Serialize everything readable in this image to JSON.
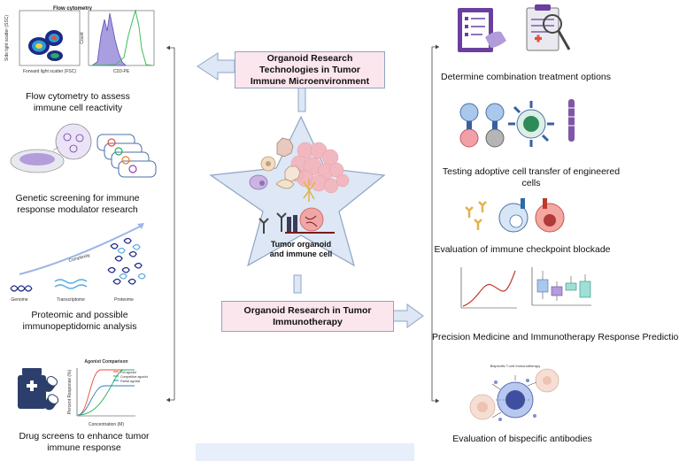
{
  "center": {
    "top_box": "Organoid  Research Technologies in Tumor Immune Microenvironment",
    "bottom_box": "Organoid Research in Tumor Immunotherapy",
    "star_label": "Tumor organoid and immune cell"
  },
  "left": {
    "items": [
      {
        "label": "Flow cytometry to assess immune cell reactivity"
      },
      {
        "label": "Genetic screening for immune response modulator research"
      },
      {
        "label": "Proteomic and possible immunopeptidomic analysis"
      },
      {
        "label": "Drug screens to enhance tumor immune response"
      }
    ],
    "flow_panel": {
      "title": "Flow cytometry",
      "x_axis": "Forward light scatter (FSC)",
      "y_axis": "Side light scatter (SSC)",
      "hist_x_axis": "CD3-PE",
      "hist_y_axis": "Count"
    },
    "omics": {
      "complexity": "Complexity",
      "genome": "Genome",
      "transcriptome": "Transcriptome",
      "proteome": "Proteome"
    },
    "drug_chart": {
      "title": "Agonist Comparison",
      "x_axis": "Concentration (M)",
      "y_axis": "Percent Response (%)",
      "legend": [
        "Full agonist",
        "Competitive agonist",
        "Partial agonist"
      ]
    }
  },
  "right": {
    "items": [
      {
        "label": "Determine combination treatment  options"
      },
      {
        "label": "Testing adoptive cell transfer of engineered cells"
      },
      {
        "label": "Evaluation of immune checkpoint blockade"
      },
      {
        "label": "Precision Medicine and Immunotherapy Response Prediction"
      },
      {
        "label": "Evaluation of bispecific antibodies"
      }
    ],
    "bispecific_title": "Bispecific T-cell Immunotherapy"
  },
  "colors": {
    "box_fill": "#fbe6ee",
    "box_border": "#8ea5c4",
    "arrow_fill": "#dde7f5",
    "star_fill": "#dde7f5",
    "accent_purple": "#6b3fa0",
    "bottom_bar": "#e6effa"
  }
}
